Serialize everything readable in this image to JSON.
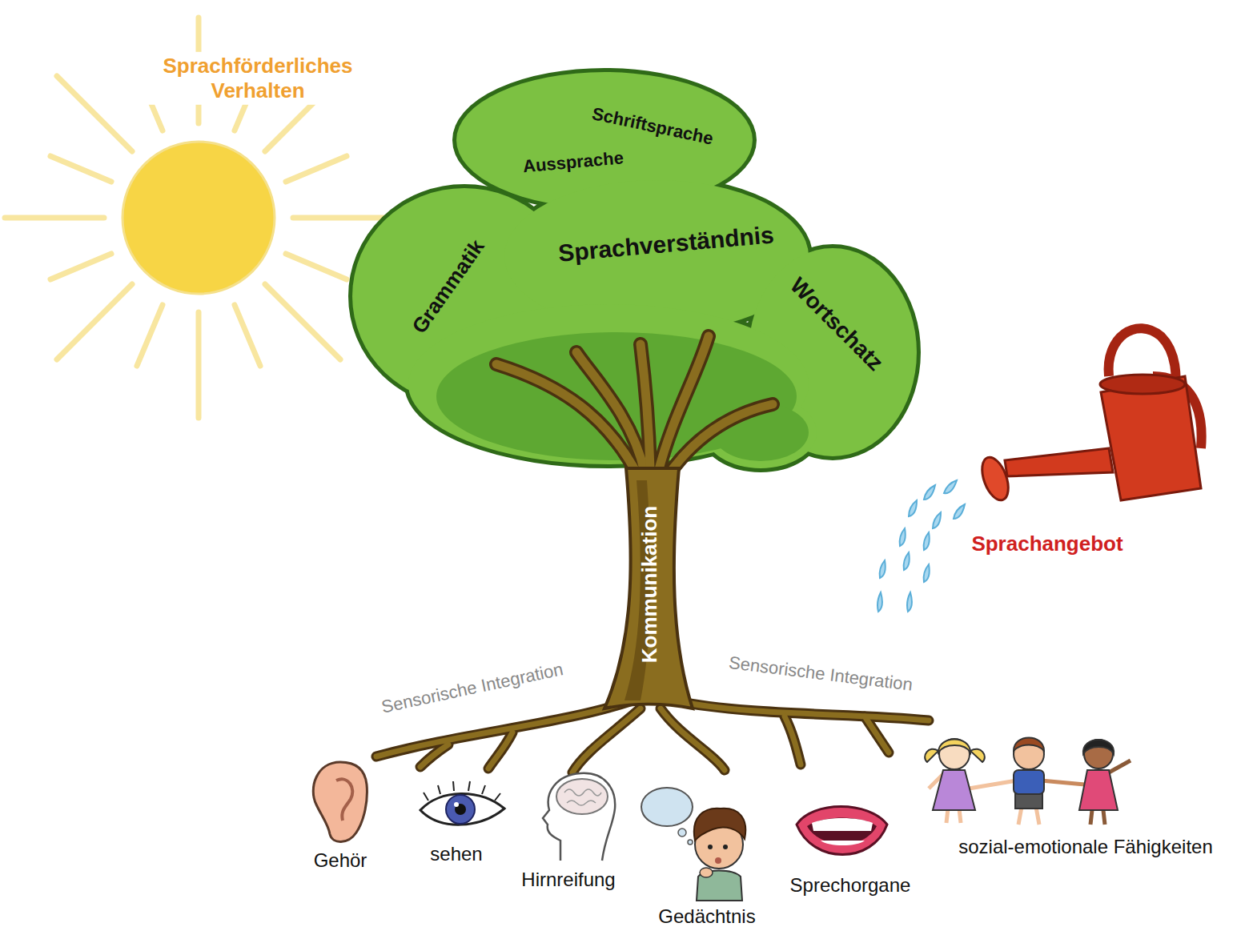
{
  "diagram": {
    "labels": [
      "Sprachförderliches Verhalten",
      "Schriftsprache",
      "Aussprache",
      "Grammatik",
      "Sprachverständnis",
      "Wortschatz",
      "Kommunikation",
      "Sprachangebot",
      "Sensorische Integration",
      "Sensorische Integration",
      "Gehör",
      "sehen",
      "Hirnreifung",
      "Gedächtnis",
      "Sprechorgane",
      "sozial-emotionale Fähigkeiten"
    ]
  }
}
